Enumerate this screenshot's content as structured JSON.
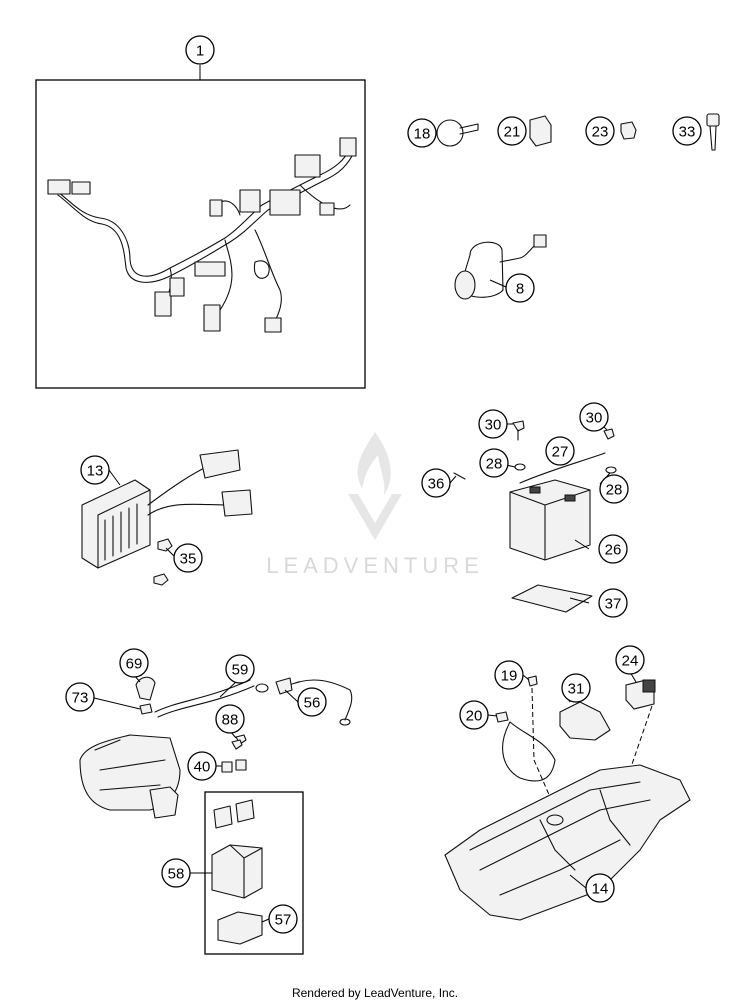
{
  "callouts": {
    "c1": "1",
    "c18": "18",
    "c21": "21",
    "c23": "23",
    "c33": "33",
    "c8": "8",
    "c13": "13",
    "c35": "35",
    "c30a": "30",
    "c30b": "30",
    "c27": "27",
    "c28a": "28",
    "c28b": "28",
    "c36": "36",
    "c26": "26",
    "c37": "37",
    "c69": "69",
    "c59": "59",
    "c73": "73",
    "c56": "56",
    "c88": "88",
    "c40": "40",
    "c58": "58",
    "c57": "57",
    "c19": "19",
    "c31": "31",
    "c24": "24",
    "c20": "20",
    "c14": "14"
  },
  "watermark": {
    "text": "LEADVENTURE",
    "icon": "flame-v-logo-icon",
    "color": "#d9d9d9"
  },
  "footer": {
    "text": "Rendered by LeadVenture, Inc."
  }
}
